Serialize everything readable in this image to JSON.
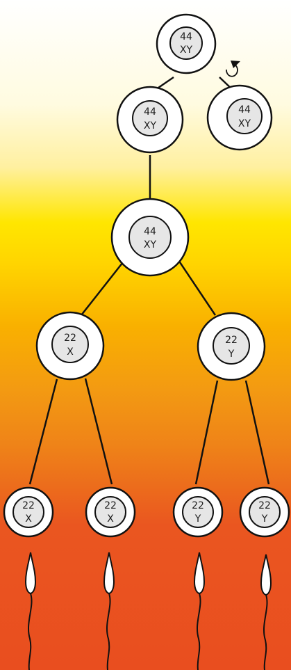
{
  "colors": {
    "stroke": "#111111",
    "cell_fill": "#ffffff",
    "nucleus_fill": "#e6e6e6",
    "sperm_fill": "#ffffff",
    "gradient_top": "#ffffff",
    "gradient_middle": "#ffe600",
    "gradient_bottom": "#e94e1f"
  },
  "icons": {
    "renewal": "circular-arrow-icon",
    "sperm": "sperm-icon"
  },
  "cells": [
    {
      "id": "stem-cell",
      "chromosomes": "44",
      "sex": "XY"
    },
    {
      "id": "spermatogonium",
      "chromosomes": "44",
      "sex": "XY"
    },
    {
      "id": "renewed-stem-cell",
      "chromosomes": "44",
      "sex": "XY"
    },
    {
      "id": "primary-spermatocyte",
      "chromosomes": "44",
      "sex": "XY"
    },
    {
      "id": "secondary-spermatocyte-x",
      "chromosomes": "22",
      "sex": "X"
    },
    {
      "id": "secondary-spermatocyte-y",
      "chromosomes": "22",
      "sex": "Y"
    },
    {
      "id": "spermatid-x-1",
      "chromosomes": "22",
      "sex": "X"
    },
    {
      "id": "spermatid-x-2",
      "chromosomes": "22",
      "sex": "X"
    },
    {
      "id": "spermatid-y-1",
      "chromosomes": "22",
      "sex": "Y"
    },
    {
      "id": "spermatid-y-2",
      "chromosomes": "22",
      "sex": "Y"
    }
  ]
}
